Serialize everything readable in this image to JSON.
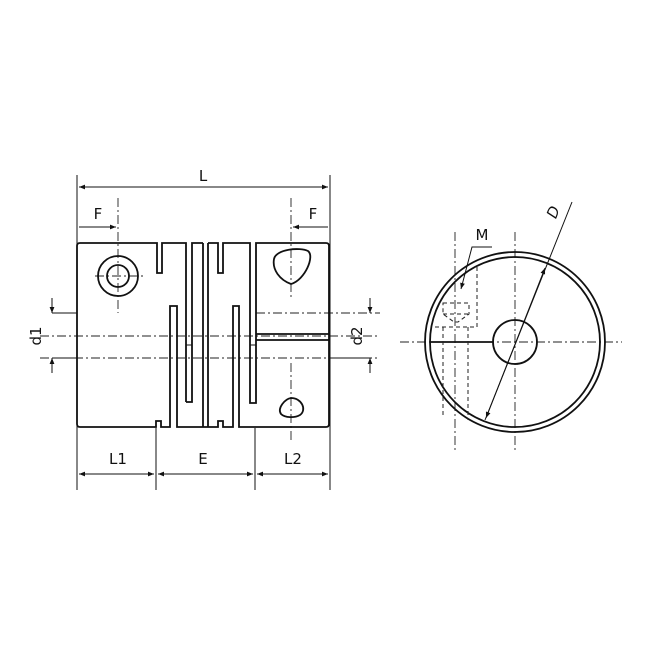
{
  "labels": {
    "L": "L",
    "F_left": "F",
    "F_right": "F",
    "d1": "d1",
    "d2": "d2",
    "L1": "L1",
    "E": "E",
    "L2": "L2",
    "D": "D",
    "M": "M"
  },
  "colors": {
    "line": "#111111",
    "background": "#ffffff"
  }
}
